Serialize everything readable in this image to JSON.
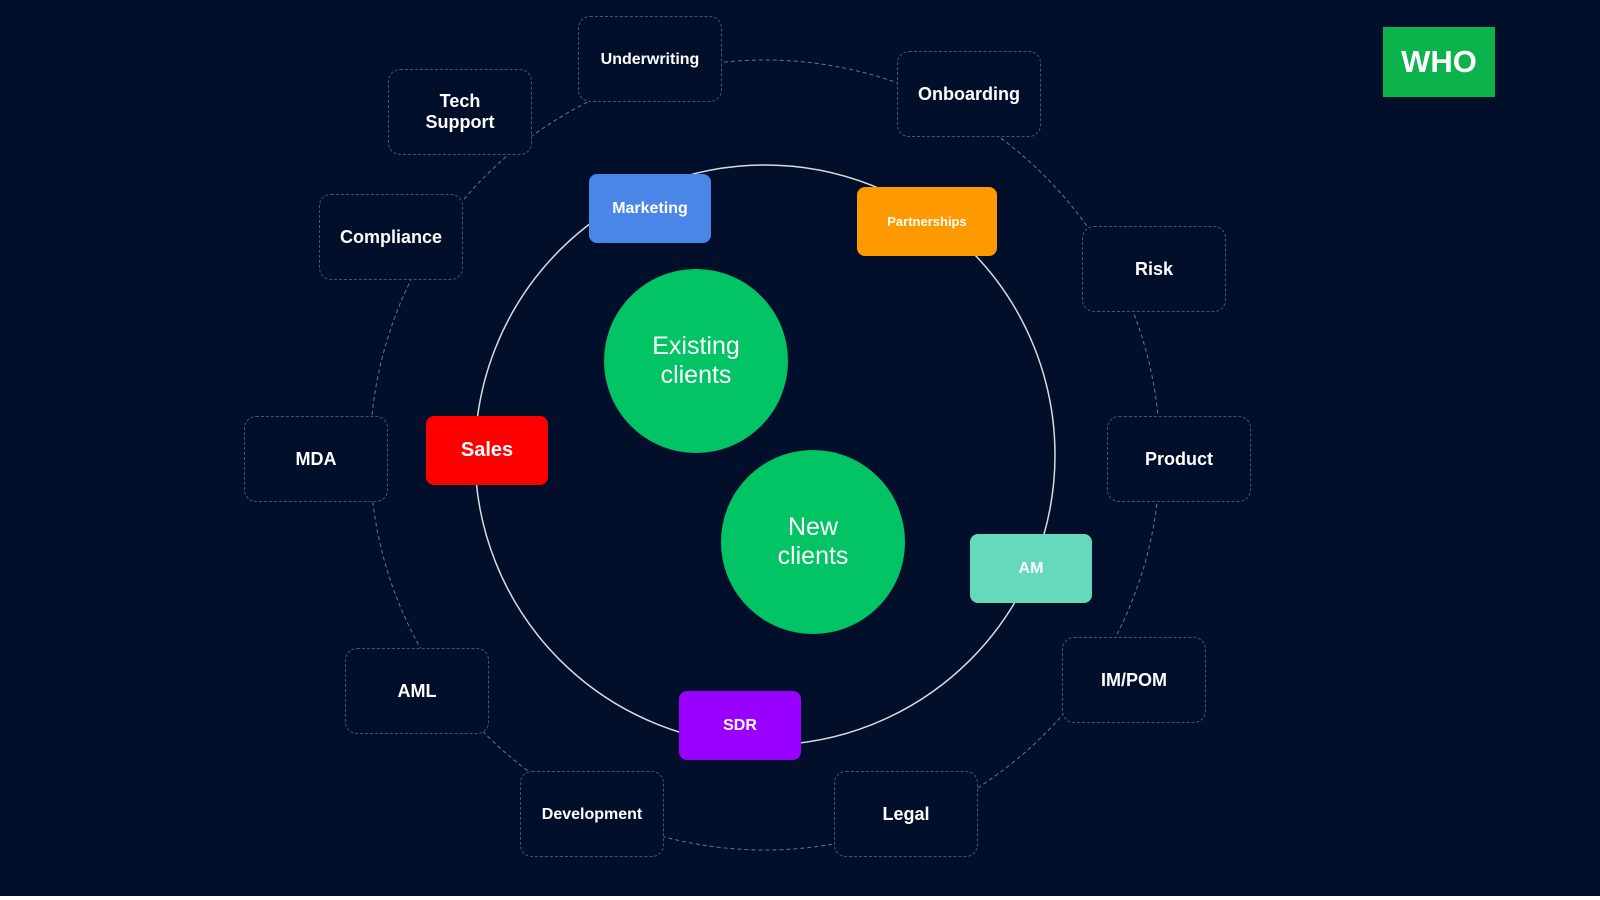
{
  "badge": "WHO",
  "core": [
    "Existing clients",
    "New clients"
  ],
  "inner_teams": [
    {
      "label": "Marketing",
      "color": "#4a86e8"
    },
    {
      "label": "Partnerships",
      "color": "#ff9900"
    },
    {
      "label": "Sales",
      "color": "#ff0000"
    },
    {
      "label": "AM",
      "color": "#66d9bd"
    },
    {
      "label": "SDR",
      "color": "#9900ff"
    }
  ],
  "outer_teams": [
    "Underwriting",
    "Onboarding",
    "Tech Support",
    "Compliance",
    "Risk",
    "MDA",
    "Product",
    "AML",
    "IM/POM",
    "Development",
    "Legal"
  ],
  "colors": {
    "background": "#010f2b",
    "circle": "#03c464",
    "badge": "#0cb24b"
  }
}
